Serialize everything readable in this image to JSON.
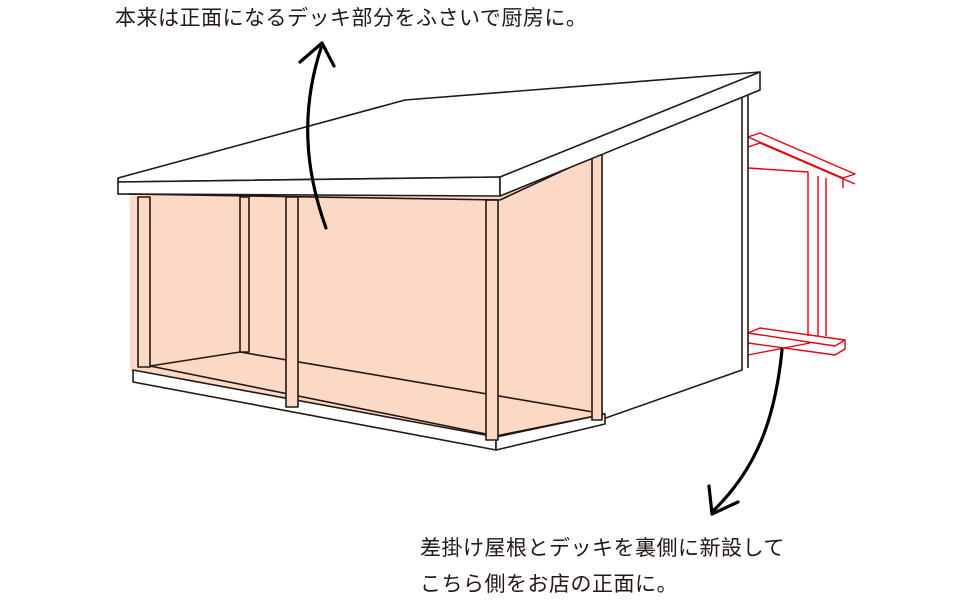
{
  "captions": {
    "top": "本来は正面になるデッキ部分をふさいで厨房に。",
    "bottom_line1": "差掛け屋根とデッキを裏側に新設して",
    "bottom_line2": "こちら側をお店の正面に。"
  },
  "colors": {
    "line": "#231815",
    "infill": "#fbd9c4",
    "new_addition": "#e60012",
    "wall": "#ffffff"
  }
}
